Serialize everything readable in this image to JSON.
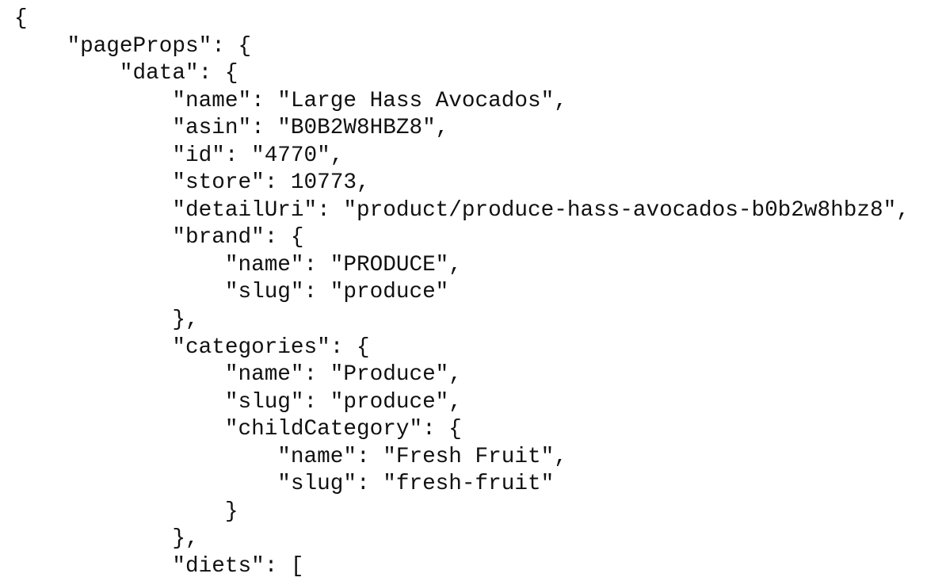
{
  "document": {
    "lines": [
      "{",
      "    \"pageProps\": {",
      "        \"data\": {",
      "            \"name\": \"Large Hass Avocados\",",
      "            \"asin\": \"B0B2W8HBZ8\",",
      "            \"id\": \"4770\",",
      "            \"store\": 10773,",
      "            \"detailUri\": \"product/produce-hass-avocados-b0b2w8hbz8\",",
      "            \"brand\": {",
      "                \"name\": \"PRODUCE\",",
      "                \"slug\": \"produce\"",
      "            },",
      "            \"categories\": {",
      "                \"name\": \"Produce\",",
      "                \"slug\": \"produce\",",
      "                \"childCategory\": {",
      "                    \"name\": \"Fresh Fruit\",",
      "                    \"slug\": \"fresh-fruit\"",
      "                }",
      "            },",
      "            \"diets\": ["
    ]
  }
}
